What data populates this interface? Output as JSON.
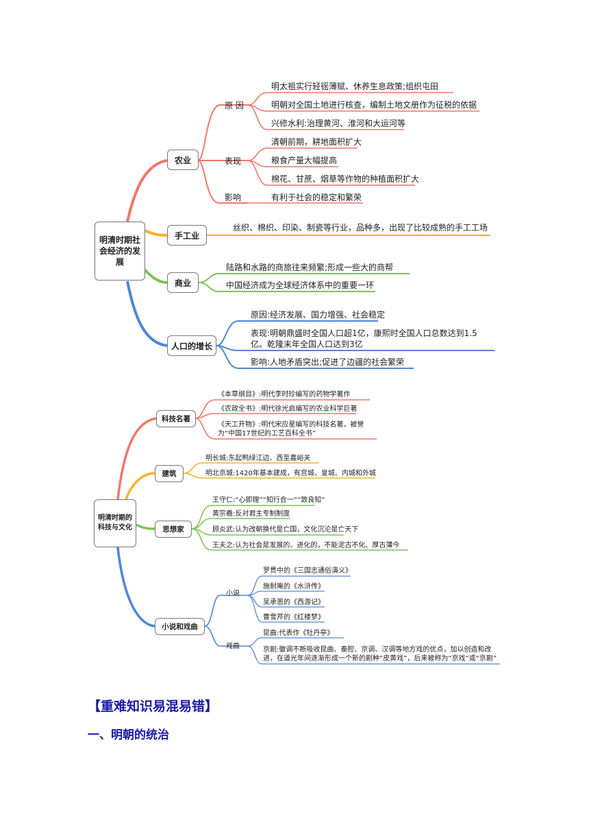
{
  "map1": {
    "root": "明清时期社会经济的发展",
    "agriculture": {
      "label": "农业",
      "cause_label": "原 因",
      "causes": [
        "明太祖实行轻徭薄赋、休养生息政策;组织屯田",
        "明朝对全国土地进行核查，编制土地文册作为征税的依据",
        "兴修水利:治理黄河、淮河和大运河等"
      ],
      "perf_label": "表现",
      "perfs": [
        "清朝前期，耕地面积扩大",
        "粮食产量大幅提高",
        "棉花、甘蔗、烟草等作物的种植面积扩大"
      ],
      "impact_label": "影响",
      "impact": "有利于社会的稳定和繁荣"
    },
    "handicraft": {
      "label": "手工业",
      "text": "丝织、棉织、印染、制瓷等行业，品种多，出现了比较成熟的手工工场"
    },
    "commerce": {
      "label": "商业",
      "items": [
        "陆路和水路的商旅往来频繁;形成一些大的商帮",
        "中国经济成为全球经济体系中的重要一环"
      ]
    },
    "population": {
      "label": "人口的增长",
      "items": [
        "原因:经济发展、国力增强、社会稳定",
        "表现:明朝鼎盛时全国人口超1亿，康熙时全国人口总数达到1.5亿。乾隆末年全国人口达到3亿",
        "影响:人地矛盾突出;促进了边疆的社会繁荣"
      ]
    }
  },
  "map2": {
    "root": "明清时期的科技与文化",
    "science": {
      "label": "科技名著",
      "items": [
        "《本草纲目》:明代李时珍编写的药物学著作",
        "《农政全书》:明代徐光启编写的农业科学巨著",
        "《天工开物》:明代宋应星编写的科技名著，被誉为“中国17世纪的工艺百科全书”"
      ]
    },
    "architecture": {
      "label": "建筑",
      "items": [
        "明长城:东起鸭绿江边、西至嘉峪关",
        "明北京城:1420年基本建成，有宫城、皇城、内城和外城"
      ]
    },
    "thinkers": {
      "label": "思想家",
      "items": [
        "王守仁:“心即理”“知行合一”“致良知”",
        "黄宗羲:反对君主专制制度",
        "顾炎武:认为改朝换代是亡国，文化沉沦是亡天下",
        "王夫之:认为社会是发展的、进化的，不能泥古不化、厚古薄今"
      ]
    },
    "literature": {
      "label": "小说和戏曲",
      "novel_label": "小说",
      "novels": [
        "罗贯中的《三国志通俗演义》",
        "施耐庵的《水浒传》",
        "吴承恩的《西游记》",
        "曹雪芹的《红楼梦》"
      ],
      "drama_label": "戏曲",
      "dramas": [
        "昆曲:代表作《牡丹亭》",
        "京剧:徽调不断吸收昆曲、秦腔、京调、汉调等地方戏的优点，加以创造和改进，在道光年间逐渐形成一个新的剧种“皮黄戏”，后来被称为“京戏”或“京剧”"
      ]
    }
  },
  "heading": "【重难知识易混易错】",
  "subheading": "一、明朝的统治",
  "colors": {
    "red": "#f0776a",
    "orange": "#f5b32a",
    "green": "#7cc35a",
    "blue": "#4d87d6"
  }
}
